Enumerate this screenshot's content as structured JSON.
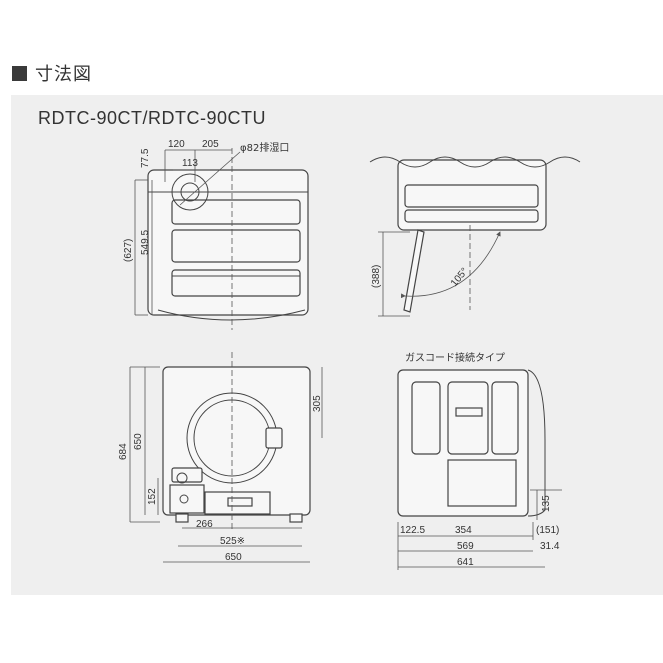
{
  "section": {
    "title": "寸法図"
  },
  "model": "RDTC-90CT/RDTC-90CTU",
  "side_label": "ガスコード接続タイプ",
  "top_view": {
    "d120": "120",
    "d205": "205",
    "d113": "113",
    "exhaust": "φ82排湿口",
    "d77_5": "77.5",
    "d549_5": "549.5",
    "d627": "(627)"
  },
  "door_view": {
    "d388": "(388)",
    "angle": "105°"
  },
  "front_view": {
    "d684": "684",
    "d650": "650",
    "d305": "305",
    "d152": "152",
    "d266": "266",
    "d525": "525※",
    "w650": "650"
  },
  "side_view": {
    "d122_5": "122.5",
    "d354": "354",
    "d569": "569",
    "d641": "641",
    "d135": "135",
    "d151": "(151)",
    "d31_4": "31.4"
  }
}
